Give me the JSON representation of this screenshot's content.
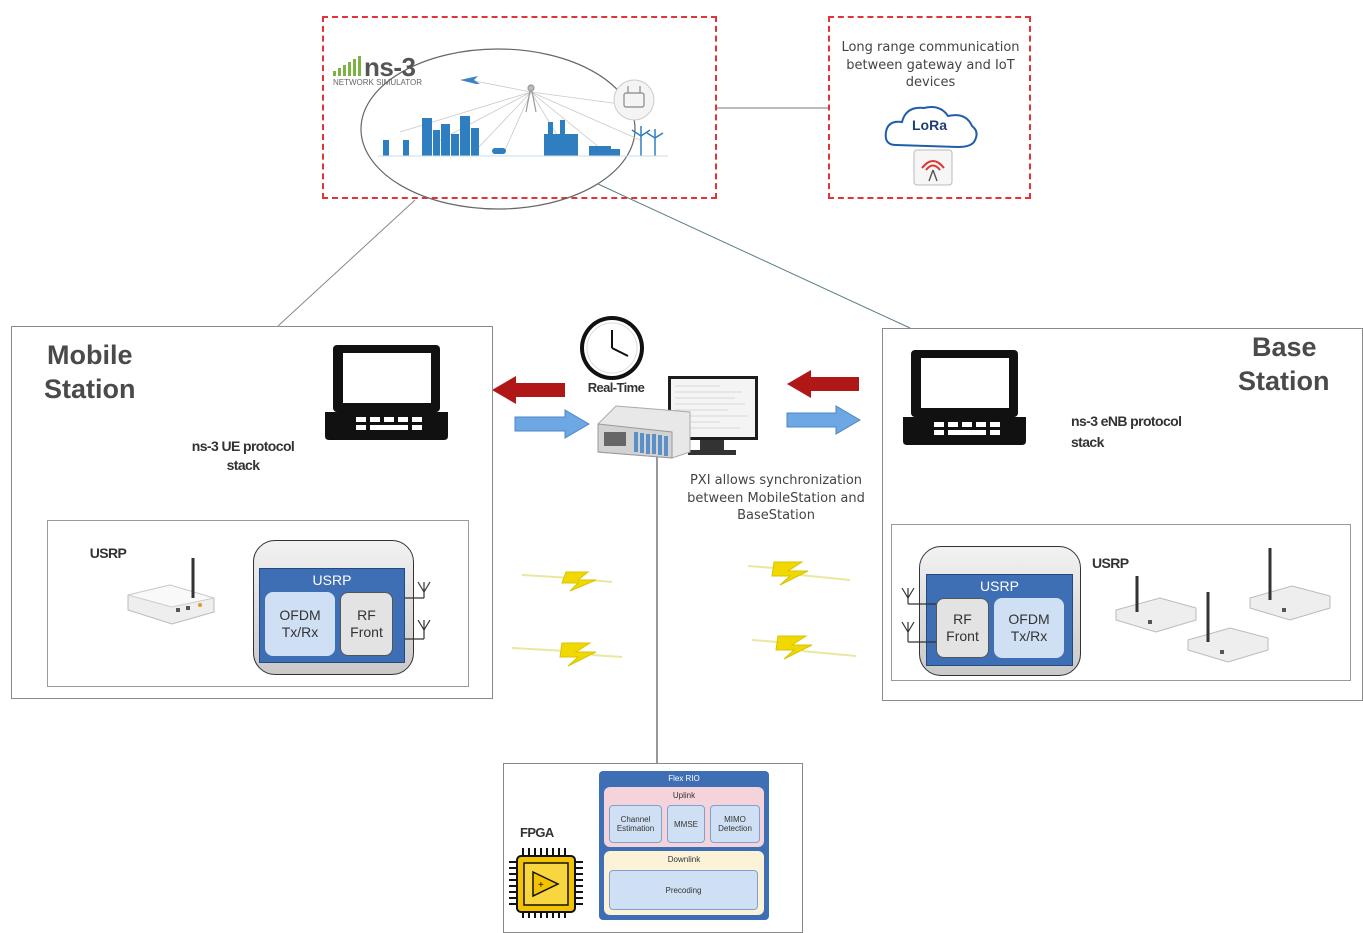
{
  "ns3": {
    "logo_text": "ns-3",
    "logo_subtext": "NETWORK SIMULATOR"
  },
  "lora": {
    "description": "Long range communication between gateway and IoT devices",
    "logo_text": "LoRa"
  },
  "mobile_station": {
    "title_line1": "Mobile",
    "title_line2": "Station",
    "stack_label_line1": "ns-3 UE protocol",
    "stack_label_line2": "stack",
    "usrp_label": "USRP",
    "usrp_panel_title": "USRP",
    "block_ofdm_line1": "OFDM",
    "block_ofdm_line2": "Tx/Rx",
    "block_rf_line1": "RF",
    "block_rf_line2": "Front"
  },
  "base_station": {
    "title_line1": "Base",
    "title_line2": "Station",
    "stack_label_line1": "ns-3 eNB protocol",
    "stack_label_line2": "stack",
    "usrp_label": "USRP",
    "usrp_panel_title": "USRP",
    "block_rf_line1": "RF",
    "block_rf_line2": "Front",
    "block_ofdm_line1": "OFDM",
    "block_ofdm_line2": "Tx/Rx"
  },
  "center": {
    "clock_label": "Real-Time",
    "pxi_note": "PXI allows synchronization between MobileStation and BaseStation"
  },
  "fpga": {
    "label": "FPGA",
    "flexrio_title": "Flex RIO",
    "uplink_title": "Uplink",
    "block1_line1": "Channel",
    "block1_line2": "Estimation",
    "block2": "MMSE",
    "block3_line1": "MIMO",
    "block3_line2": "Detection",
    "downlink_title": "Downlink",
    "precoding": "Precoding"
  },
  "colors": {
    "dashed_border": "#e0343a",
    "arrow_red": "#b01818",
    "arrow_blue": "#6ea8e4",
    "usrp_blue": "#3e6fb5",
    "lightning": "#f0d800"
  }
}
